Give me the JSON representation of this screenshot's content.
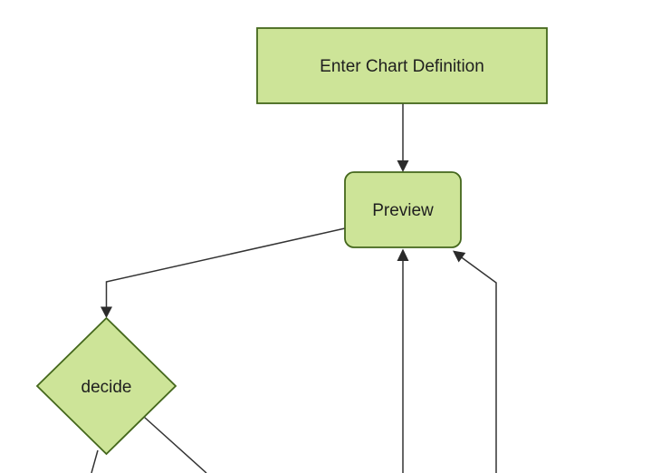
{
  "diagram": {
    "type": "flowchart",
    "direction": "top-down",
    "nodes": [
      {
        "id": "A",
        "label": "Enter Chart Definition",
        "shape": "rectangle"
      },
      {
        "id": "B",
        "label": "Preview",
        "shape": "rounded-rectangle"
      },
      {
        "id": "C",
        "label": "decide",
        "shape": "diamond"
      }
    ],
    "edges": [
      {
        "from": "Enter Chart Definition",
        "to": "Preview",
        "arrowhead": "into Preview top"
      },
      {
        "from": "Preview",
        "to": "decide",
        "arrowhead": "into decide top vertex"
      },
      {
        "from": "offscreen-bottom",
        "to": "Preview",
        "arrowhead": "into Preview bottom"
      },
      {
        "from": "offscreen-bottom",
        "to": "Preview",
        "arrowhead": "into Preview bottom-right corner"
      },
      {
        "from": "decide",
        "to": "offscreen-bottom-left",
        "arrowhead": "none visible (cut off)"
      },
      {
        "from": "decide",
        "to": "offscreen-bottom-right",
        "arrowhead": "none visible (cut off)"
      }
    ]
  },
  "colors": {
    "background": "#ffffff",
    "node_fill": "#cde498",
    "node_border": "#44671c",
    "edge_line": "#333333",
    "arrowhead": "#2b2b2b",
    "text": "#1f1f1f"
  }
}
